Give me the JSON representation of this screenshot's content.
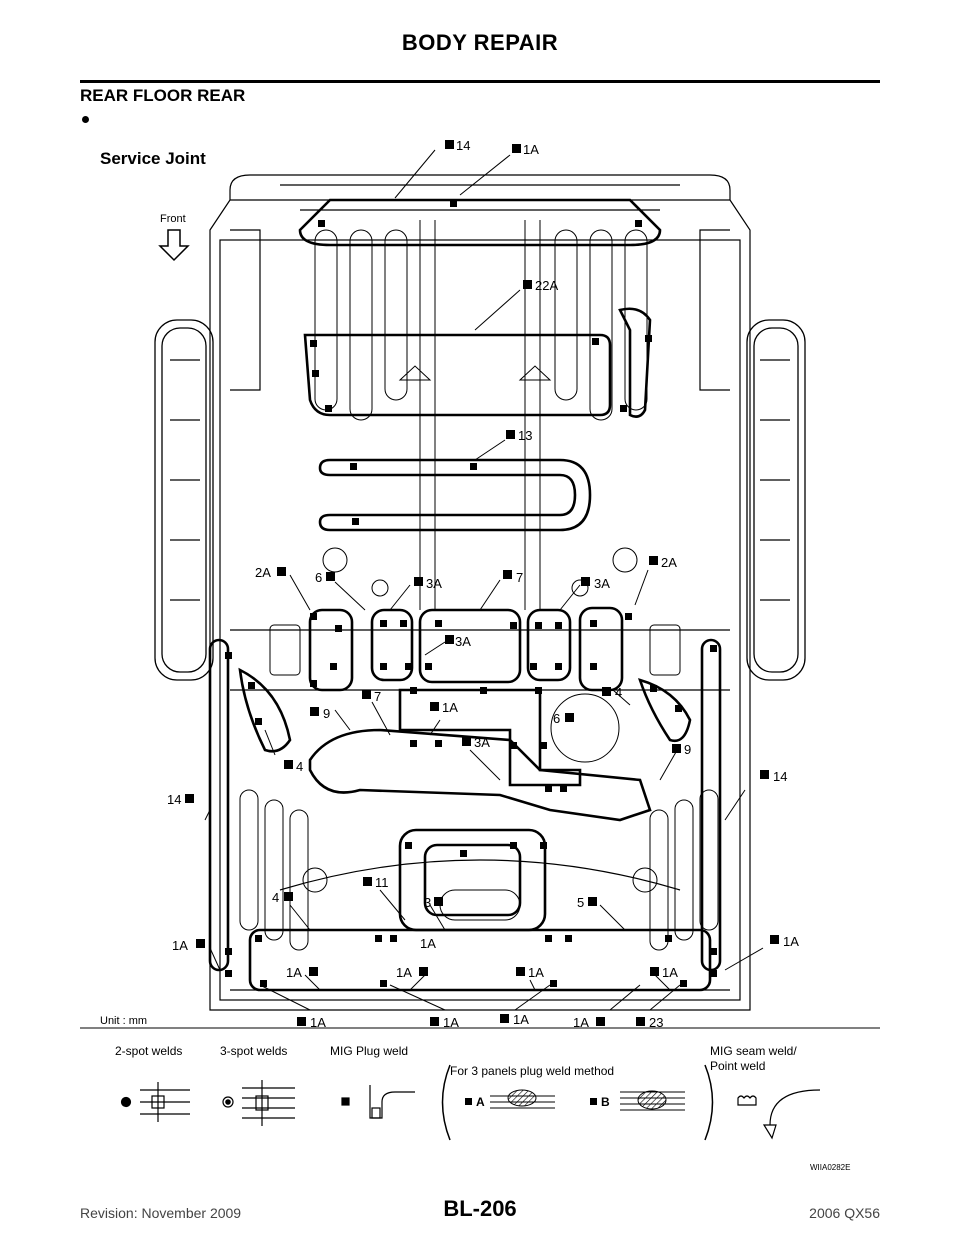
{
  "header": {
    "title": "BODY REPAIR"
  },
  "section": {
    "title": "REAR FLOOR REAR"
  },
  "figure": {
    "heading": "Service Joint",
    "front_label": "Front",
    "unit_label": "Unit : mm",
    "figure_id": "WIIA0282E",
    "callouts": [
      "14",
      "1A",
      "22A",
      "13",
      "2A",
      "6",
      "3A",
      "7",
      "3A",
      "2A",
      "3A",
      "9",
      "7",
      "1A",
      "4",
      "6",
      "3A",
      "4",
      "9",
      "14",
      "14",
      "11",
      "3",
      "5",
      "4",
      "1A",
      "1A",
      "1A",
      "1A",
      "1A",
      "1A",
      "1A",
      "1A",
      "1A",
      "1A",
      "23",
      "1A"
    ],
    "legend": {
      "two_spot": "2-spot welds",
      "three_spot": "3-spot welds",
      "mig_plug": "MIG Plug weld",
      "three_panel": "For 3 panels plug weld method",
      "panel_a": "A",
      "panel_b": "B",
      "mig_seam_1": "MIG seam weld/",
      "mig_seam_2": "Point weld"
    }
  },
  "footer": {
    "revision": "Revision: November 2009",
    "page": "BL-206",
    "model": "2006 QX56"
  }
}
